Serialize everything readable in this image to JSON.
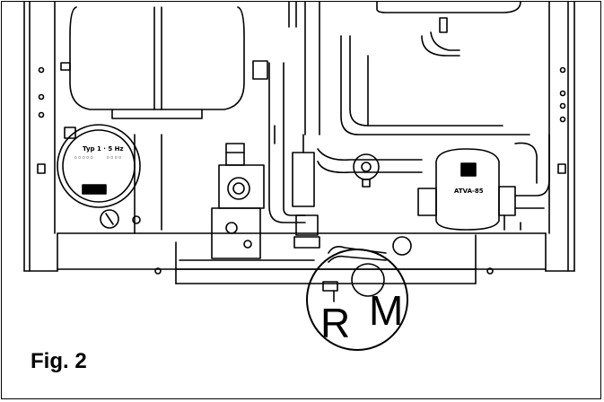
{
  "figure": {
    "caption": "Fig. 2",
    "callouts": {
      "r": "R",
      "m": "M"
    },
    "pump_label": "ATVA-85",
    "line_color": "#000000",
    "background": "#ffffff"
  }
}
